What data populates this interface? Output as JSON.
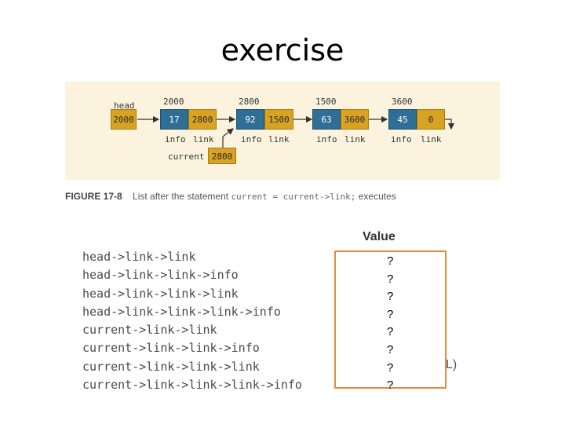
{
  "slide": {
    "title": "exercise"
  },
  "figure": {
    "head_label": "head",
    "head_value": "2000",
    "current_label": "current",
    "current_value": "2800",
    "nodes": [
      {
        "address": "2000",
        "info": "17",
        "link": "2800"
      },
      {
        "address": "2800",
        "info": "92",
        "link": "1500"
      },
      {
        "address": "1500",
        "info": "63",
        "link": "3600"
      },
      {
        "address": "3600",
        "info": "45",
        "link": "0"
      }
    ],
    "info_label": "info",
    "link_label": "link",
    "colors": {
      "panel": "#fbf3de",
      "pointer_cell": "#d8a322",
      "info_cell": "#2f6f96",
      "box_border": "#e8893b"
    }
  },
  "caption": {
    "figure_number": "FIGURE 17-8",
    "text": "List after the statement",
    "code": "current = current->link;",
    "suffix": "executes"
  },
  "exercise": {
    "value_header": "Value",
    "expressions": [
      "head->link->link",
      "head->link->link->info",
      "head->link->link->link",
      "head->link->link->link->info",
      "current->link->link",
      "current->link->link->info",
      "current->link->link->link",
      "current->link->link->link->info"
    ],
    "values": [
      "?",
      "?",
      "?",
      "?",
      "?",
      "?",
      "?",
      "?"
    ],
    "stray_text": "L)"
  }
}
